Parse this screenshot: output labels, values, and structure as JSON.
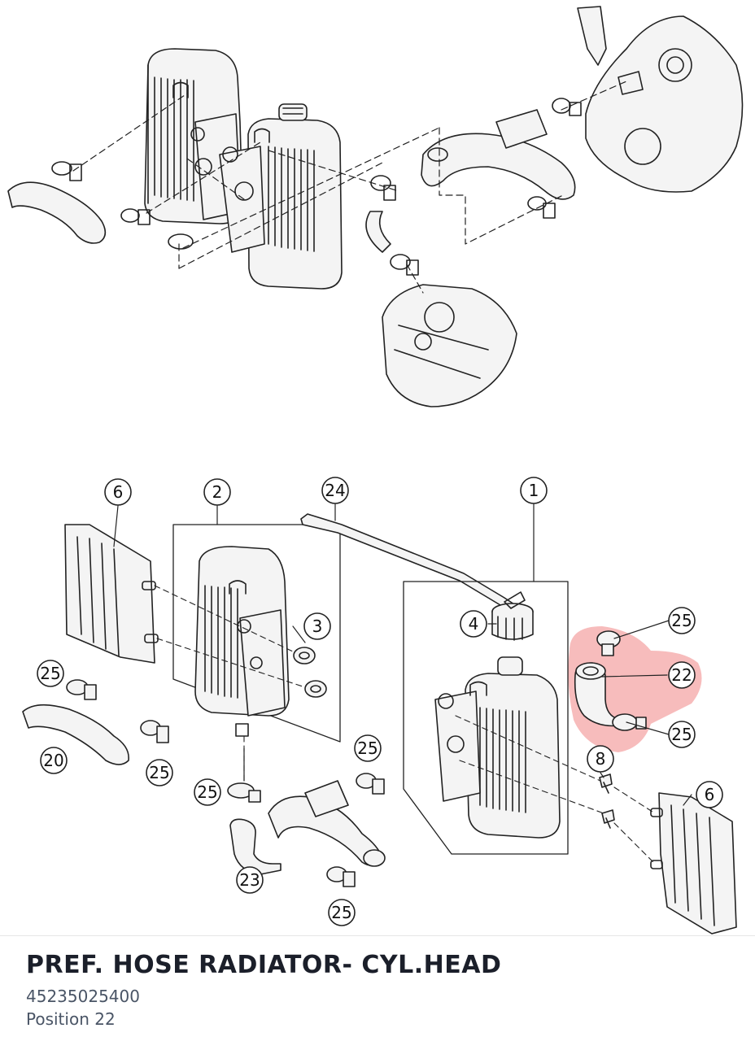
{
  "product": {
    "title": "PREF. HOSE RADIATOR- CYL.HEAD",
    "part_number": "45235025400",
    "position": "Position 22"
  },
  "colors": {
    "highlight": "#f4a6a6",
    "line": "#222222",
    "part_fill": "#f4f4f4"
  },
  "callouts": [
    {
      "id": "c6a",
      "label": "6"
    },
    {
      "id": "c2",
      "label": "2"
    },
    {
      "id": "c24",
      "label": "24"
    },
    {
      "id": "c1",
      "label": "1"
    },
    {
      "id": "c3",
      "label": "3"
    },
    {
      "id": "c4",
      "label": "4"
    },
    {
      "id": "c25a",
      "label": "25"
    },
    {
      "id": "c22",
      "label": "22"
    },
    {
      "id": "c25b",
      "label": "25"
    },
    {
      "id": "c25c",
      "label": "25"
    },
    {
      "id": "c20",
      "label": "20"
    },
    {
      "id": "c25d",
      "label": "25"
    },
    {
      "id": "c25e",
      "label": "25"
    },
    {
      "id": "c25f",
      "label": "25"
    },
    {
      "id": "c8",
      "label": "8"
    },
    {
      "id": "c6b",
      "label": "6"
    },
    {
      "id": "c23",
      "label": "23"
    },
    {
      "id": "c25g",
      "label": "25"
    }
  ]
}
